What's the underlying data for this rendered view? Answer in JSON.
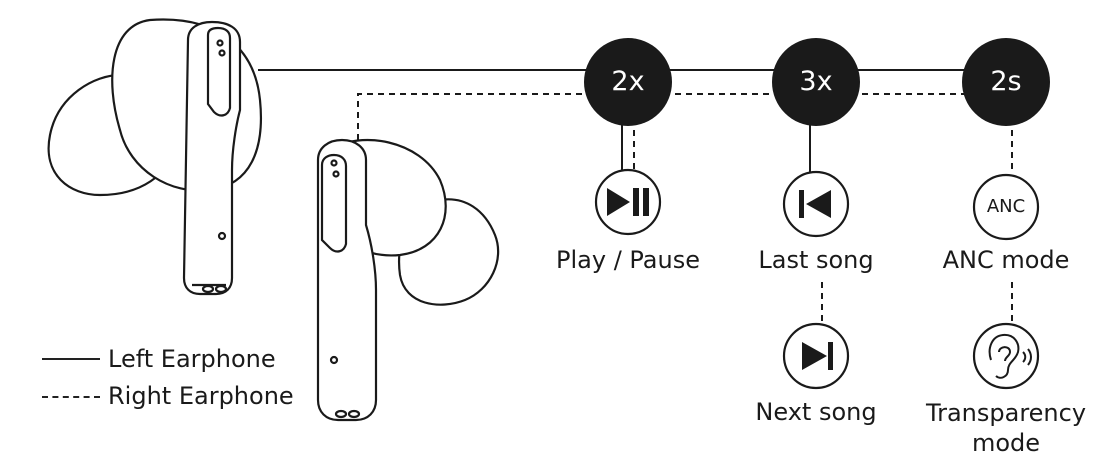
{
  "gestures": [
    {
      "badge": "2x",
      "action": "Play / Pause",
      "icon": "play-pause-icon"
    },
    {
      "badge": "3x",
      "action": "Last song",
      "secondary_action": "Next song",
      "icons": [
        "previous-track-icon",
        "next-track-icon"
      ]
    },
    {
      "badge": "2s",
      "action": "ANC mode",
      "secondary_action": "Transparency mode",
      "icons": [
        "anc-icon",
        "ear-transparency-icon"
      ]
    }
  ],
  "anc_icon_text": "ANC",
  "legend": {
    "left": "Left Earphone",
    "right": "Right Earphone"
  },
  "colors": {
    "ink": "#1a1a1a",
    "badge_fill": "#1a1a1a",
    "badge_text": "#ffffff",
    "background": "#ffffff"
  }
}
